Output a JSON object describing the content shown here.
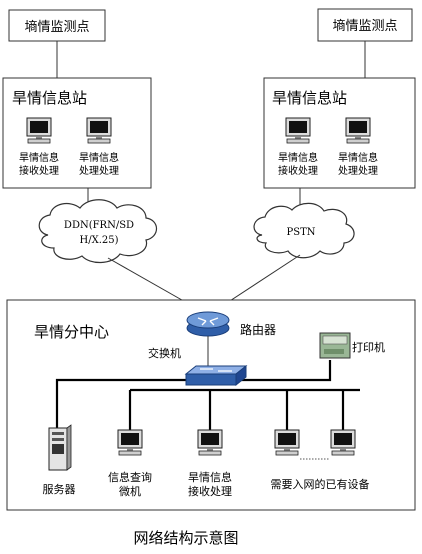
{
  "left_site": {
    "monitor_label": "墒情监测点",
    "station_title": "旱情信息站",
    "pc1_label": [
      "旱情信息",
      "接收处理"
    ],
    "pc2_label": [
      "旱情信息",
      "处理处理"
    ]
  },
  "right_site": {
    "monitor_label": "墒情监测点",
    "station_title": "旱情信息站",
    "pc1_label": [
      "旱情信息",
      "接收处理"
    ],
    "pc2_label": [
      "旱情信息",
      "处理处理"
    ]
  },
  "clouds": {
    "left": [
      "DDN(FRN/SD",
      "H/X.25)"
    ],
    "right": "PSTN"
  },
  "center": {
    "title": "旱情分中心",
    "router_label": "路由器",
    "switch_label": "交换机",
    "printer_label": "打印机",
    "server_label": "服务器",
    "query_label": [
      "信息查询",
      "微机"
    ],
    "receive_label": [
      "旱情信息",
      "接收处理"
    ],
    "existing_label": "需要入网的已有设备"
  },
  "caption": "网络结构示意图",
  "colors": {
    "device_blue": "#4a78c4",
    "device_light": "#c9d8f0",
    "screen_dark": "#111111",
    "printer_green": "#8fb28a"
  }
}
